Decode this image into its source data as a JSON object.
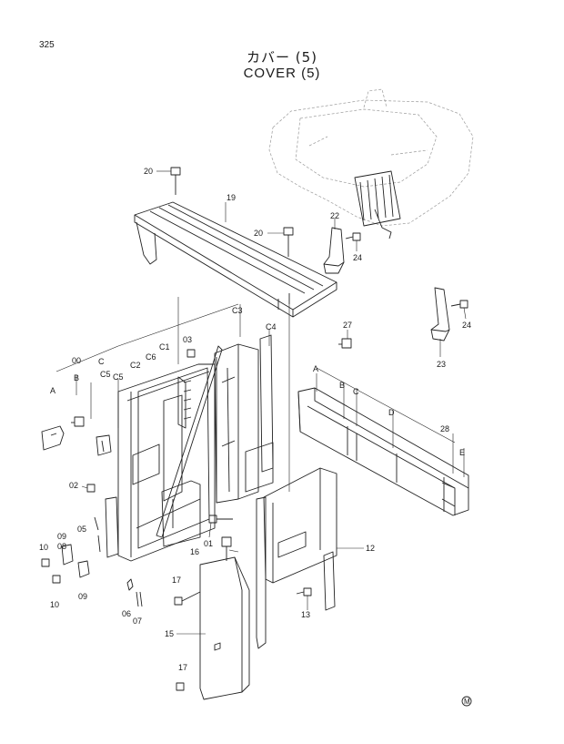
{
  "page": {
    "number": "325",
    "title_jp": "カバー (5)",
    "title_en": "COVER (5)"
  },
  "callouts": [
    {
      "id": "c20a",
      "text": "20"
    },
    {
      "id": "c19",
      "text": "19"
    },
    {
      "id": "c20b",
      "text": "20"
    },
    {
      "id": "c22",
      "text": "22"
    },
    {
      "id": "c24a",
      "text": "24"
    },
    {
      "id": "c24b",
      "text": "24"
    },
    {
      "id": "c23",
      "text": "23"
    },
    {
      "id": "c27",
      "text": "27"
    },
    {
      "id": "c28",
      "text": "28"
    },
    {
      "id": "cA1",
      "text": "A"
    },
    {
      "id": "cB1",
      "text": "B"
    },
    {
      "id": "cC1",
      "text": "C"
    },
    {
      "id": "cD1",
      "text": "D"
    },
    {
      "id": "cE1",
      "text": "E"
    },
    {
      "id": "c00",
      "text": "00"
    },
    {
      "id": "cB2",
      "text": "B"
    },
    {
      "id": "cC2",
      "text": "C"
    },
    {
      "id": "cA2",
      "text": "A"
    },
    {
      "id": "cC5a",
      "text": "C5"
    },
    {
      "id": "cC2b",
      "text": "C2"
    },
    {
      "id": "cC6",
      "text": "C6"
    },
    {
      "id": "cC1b",
      "text": "C1"
    },
    {
      "id": "c03",
      "text": "03"
    },
    {
      "id": "cC3",
      "text": "C3"
    },
    {
      "id": "cC4",
      "text": "C4"
    },
    {
      "id": "cC5b",
      "text": "C5"
    },
    {
      "id": "c02",
      "text": "02"
    },
    {
      "id": "c05",
      "text": "05"
    },
    {
      "id": "c09a",
      "text": "09"
    },
    {
      "id": "c08",
      "text": "08"
    },
    {
      "id": "c10a",
      "text": "10"
    },
    {
      "id": "c10b",
      "text": "10"
    },
    {
      "id": "c09b",
      "text": "09"
    },
    {
      "id": "c01",
      "text": "01"
    },
    {
      "id": "c16",
      "text": "16"
    },
    {
      "id": "c12",
      "text": "12"
    },
    {
      "id": "c17a",
      "text": "17"
    },
    {
      "id": "c06",
      "text": "06"
    },
    {
      "id": "c07",
      "text": "07"
    },
    {
      "id": "c13",
      "text": "13"
    },
    {
      "id": "c15",
      "text": "15"
    },
    {
      "id": "c17b",
      "text": "17"
    }
  ],
  "maker_mark": "M"
}
